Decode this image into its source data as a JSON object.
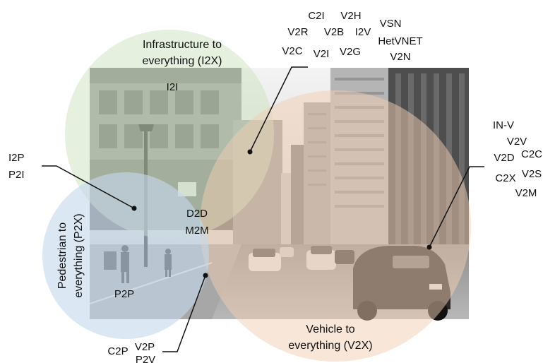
{
  "colors": {
    "background": "#ffffff",
    "infrastructure_circle": "#cfe3c4",
    "pedestrian_circle": "#c5d8ec",
    "vehicle_circle": "#f2cdb1",
    "street_scene": "grayscale city street photograph",
    "leader_line": "#111111"
  },
  "regions": {
    "infrastructure": {
      "title_line1": "Infrastructure to",
      "title_line2": "everything (I2X)",
      "inner_term": "I2I"
    },
    "pedestrian": {
      "title_line1": "Pedestrian to",
      "title_line2": "everything (P2X)",
      "inner_term": "P2P"
    },
    "vehicle": {
      "title_line1": "Vehicle to",
      "title_line2": "everything (V2X)"
    },
    "overlap_center": {
      "term1": "D2D",
      "term2": "M2M"
    }
  },
  "callouts": {
    "infrastructure_vehicle": {
      "terms": [
        "C2I",
        "V2H",
        "VSN",
        "V2R",
        "V2B",
        "I2V",
        "HetVNET",
        "V2C",
        "V2I",
        "V2G",
        "V2N"
      ]
    },
    "infrastructure_pedestrian": {
      "terms": [
        "I2P",
        "P2I"
      ]
    },
    "vehicle_only": {
      "terms": [
        "IN-V",
        "V2V",
        "V2D",
        "C2C",
        "C2X",
        "V2S",
        "V2M"
      ]
    },
    "pedestrian_vehicle": {
      "terms": [
        "C2P",
        "V2P",
        "P2V"
      ]
    }
  }
}
